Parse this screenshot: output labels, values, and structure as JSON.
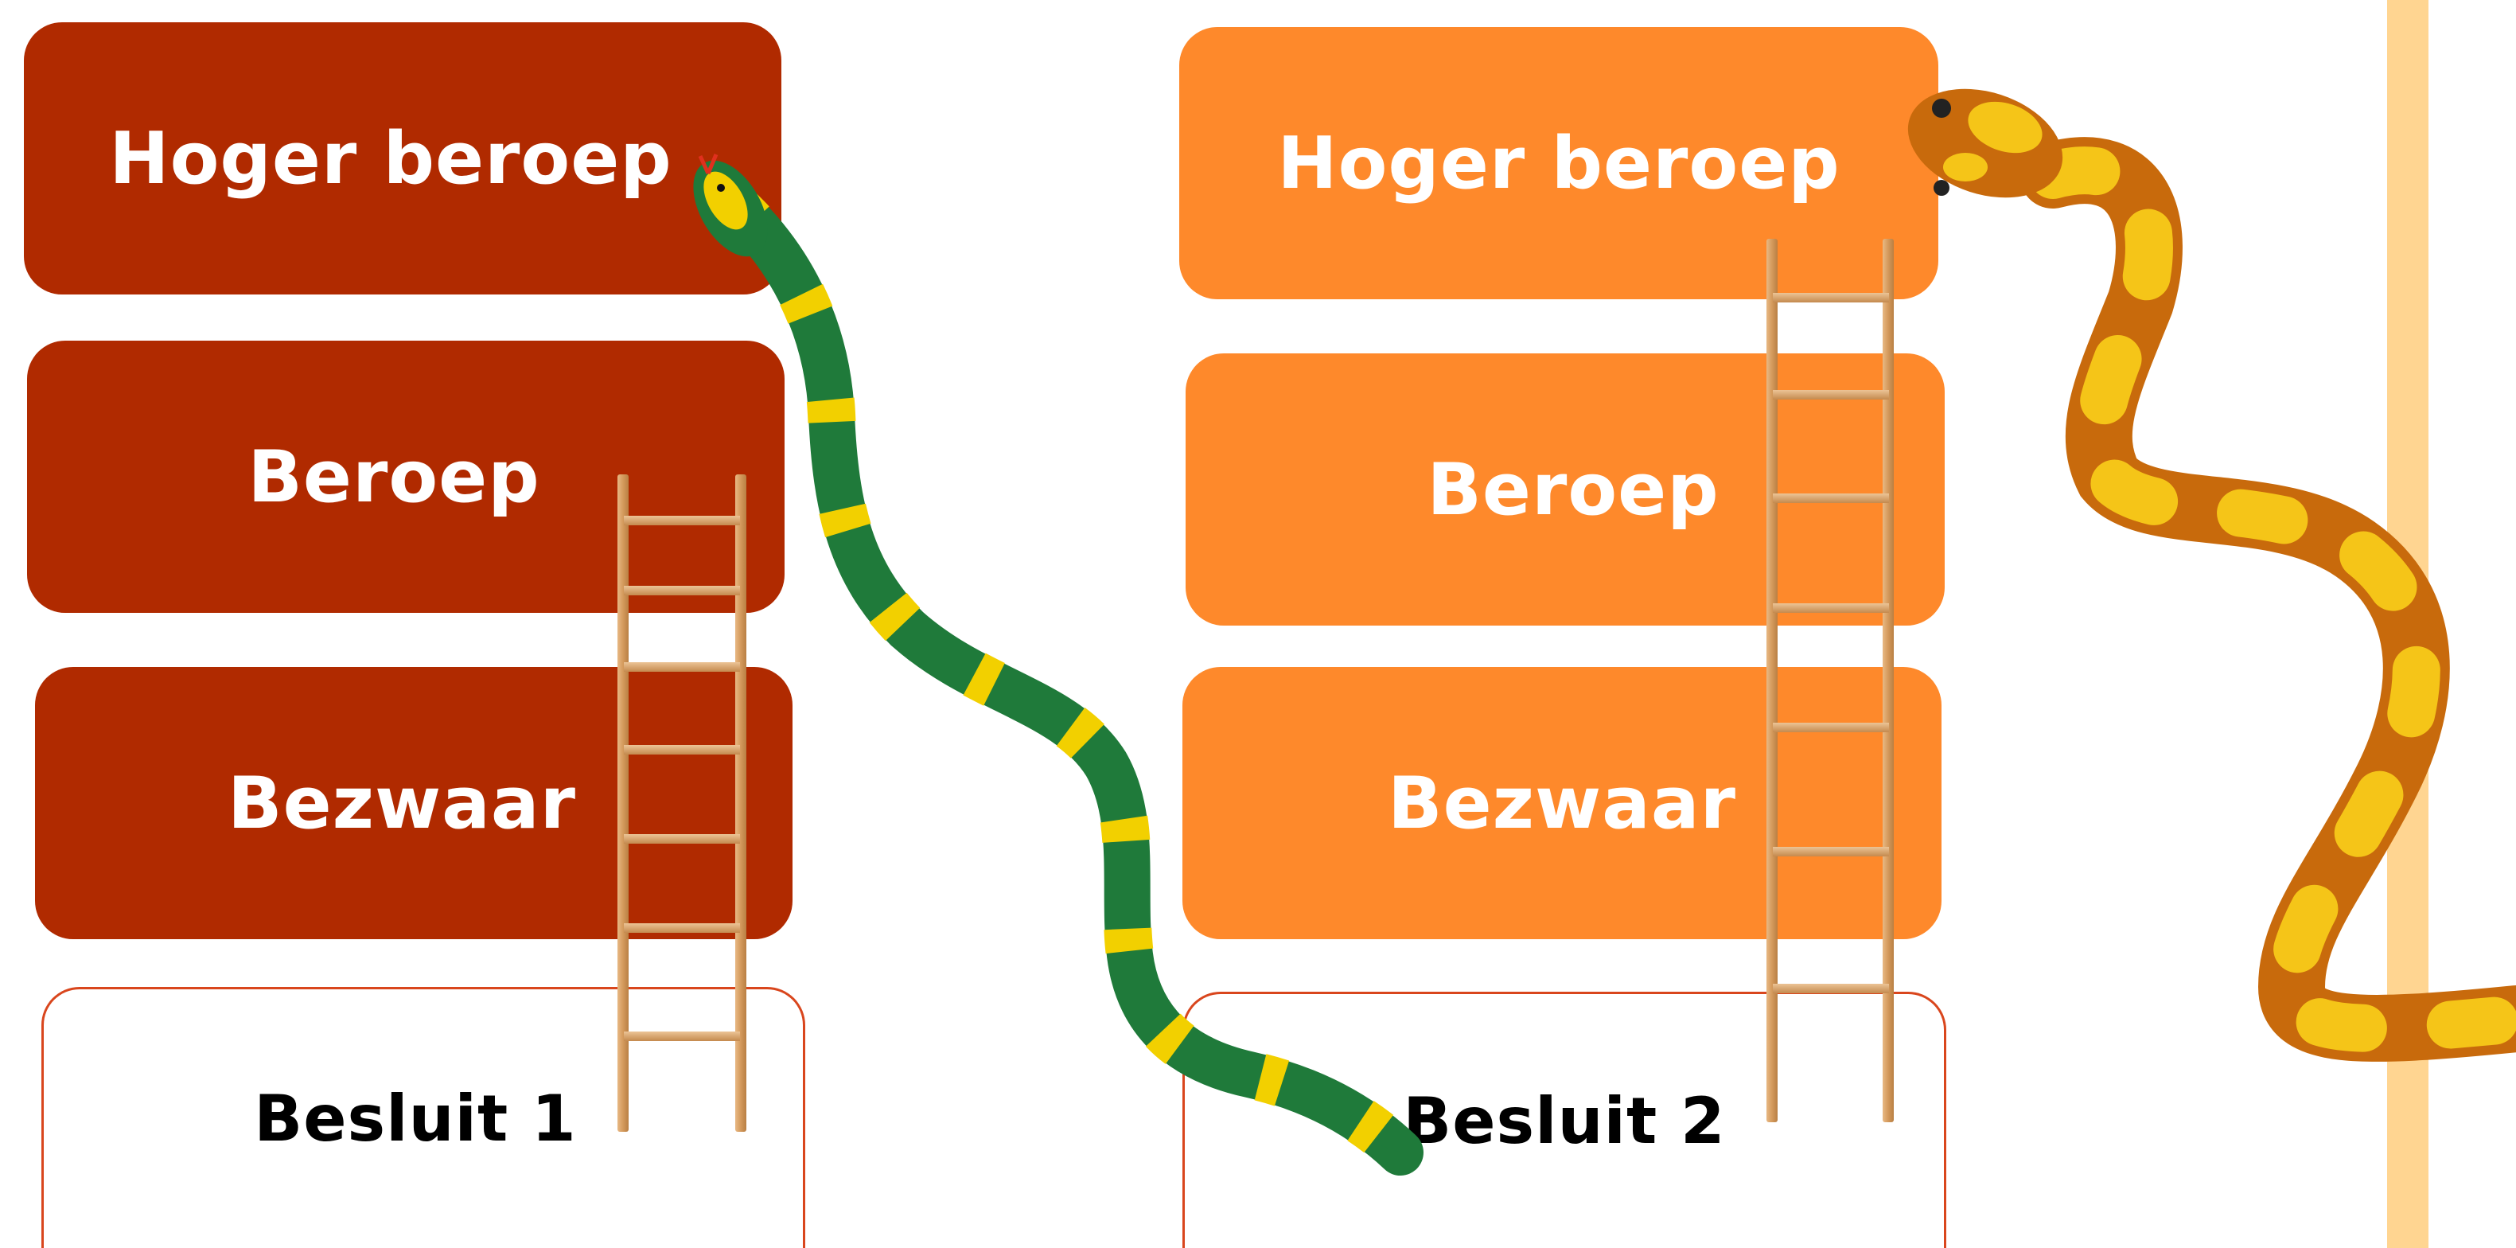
{
  "columns": [
    {
      "name": "besluit-1-column",
      "color": "#b02a00",
      "levels": [
        {
          "label": "Hoger beroep"
        },
        {
          "label": "Beroep"
        },
        {
          "label": "Bezwaar"
        }
      ],
      "base": {
        "label": "Besluit 1"
      }
    },
    {
      "name": "besluit-2-column",
      "color": "#fe892b",
      "levels": [
        {
          "label": "Hoger beroep"
        },
        {
          "label": "Beroep"
        },
        {
          "label": "Bezwaar"
        }
      ],
      "base": {
        "label": "Besluit 2"
      }
    }
  ],
  "colors": {
    "dark_red": "#b02a00",
    "orange": "#fe892b",
    "outline": "#d9461d",
    "side_stripe": "#ffd591",
    "ladder": "#d9a56b",
    "green_snake": "#1f7a3a",
    "snake_yellow": "#f2d000",
    "orange_snake": "#c86a0c",
    "orange_snake_spots": "#f5c518"
  },
  "icons": [
    "ladder-icon",
    "green-snake-icon",
    "orange-snake-icon"
  ]
}
